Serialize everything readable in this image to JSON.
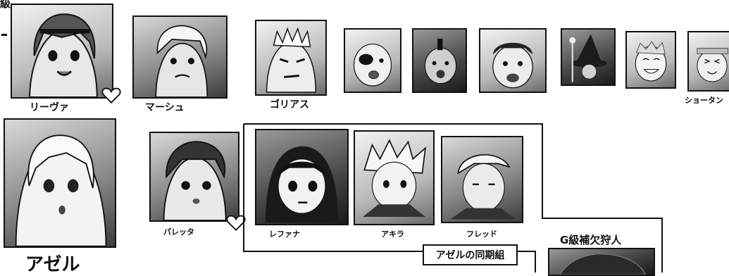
{
  "section_label_top": "級",
  "characters": {
    "rieva": {
      "name": "リーヴァ"
    },
    "mashu": {
      "name": "マーシュ"
    },
    "goriasu": {
      "name": "ゴリアス"
    },
    "shotan": {
      "name": "ショータン"
    },
    "azel": {
      "name": "アゼル"
    },
    "paretta": {
      "name": "パレッタ"
    },
    "refana": {
      "name": "レファナ"
    },
    "akira": {
      "name": "アキラ"
    },
    "fred": {
      "name": "フレッド"
    }
  },
  "group_label": "アゼルの同期組",
  "g_class_label": "G級補欠狩人",
  "colors": {
    "ink": "#111111",
    "paper": "#ffffff"
  }
}
